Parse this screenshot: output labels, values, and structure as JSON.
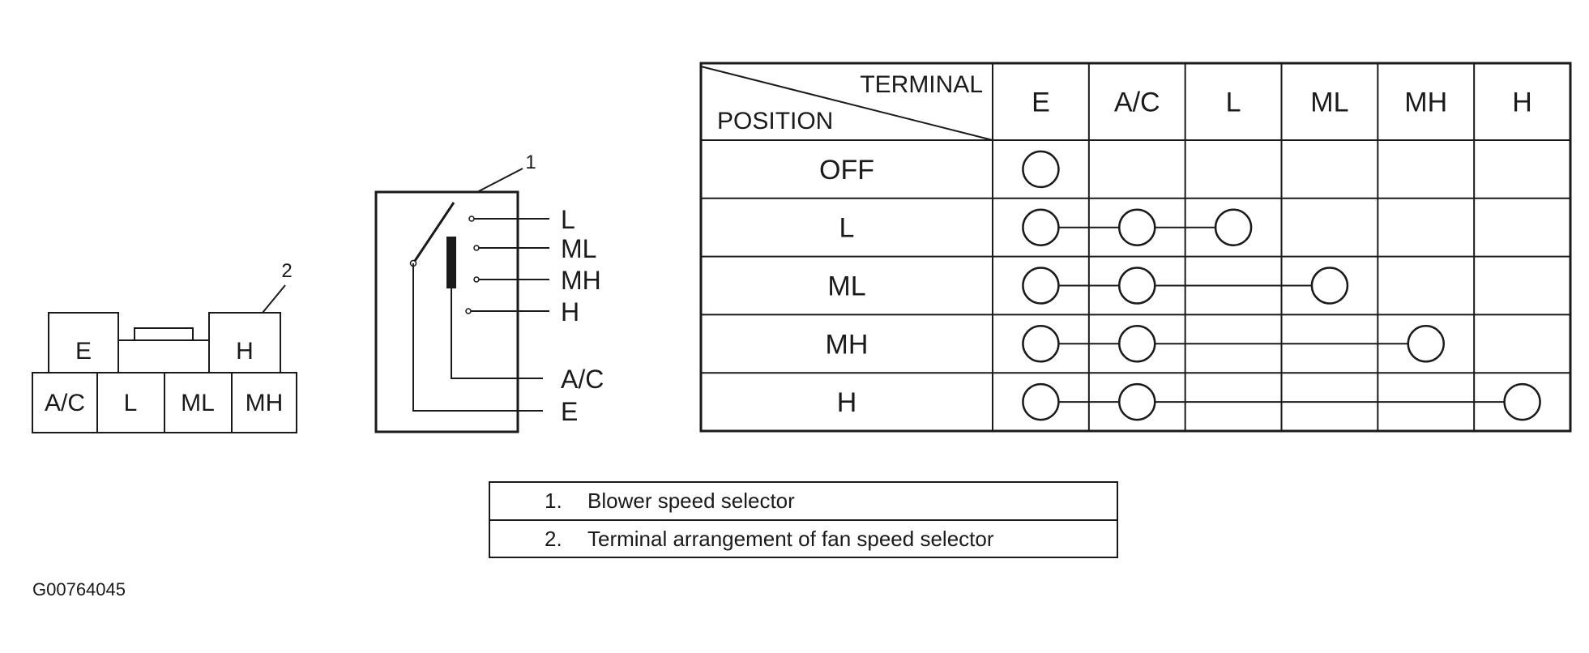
{
  "callouts": {
    "one": "1",
    "two": "2"
  },
  "connector": {
    "top_left": "E",
    "top_right": "H",
    "bottom": [
      "A/C",
      "L",
      "ML",
      "MH"
    ]
  },
  "switch": {
    "terminals": [
      "L",
      "ML",
      "MH",
      "H",
      "A/C",
      "E"
    ]
  },
  "table": {
    "header_terminal": "TERMINAL",
    "header_position": "POSITION",
    "columns": [
      "E",
      "A/C",
      "L",
      "ML",
      "MH",
      "H"
    ],
    "rows": [
      {
        "position": "OFF",
        "connected": [
          "E"
        ]
      },
      {
        "position": "L",
        "connected": [
          "E",
          "A/C",
          "L"
        ]
      },
      {
        "position": "ML",
        "connected": [
          "E",
          "A/C",
          "ML"
        ]
      },
      {
        "position": "MH",
        "connected": [
          "E",
          "A/C",
          "MH"
        ]
      },
      {
        "position": "H",
        "connected": [
          "E",
          "A/C",
          "H"
        ]
      }
    ]
  },
  "legend": [
    {
      "num": "1.",
      "text": "Blower speed selector"
    },
    {
      "num": "2.",
      "text": "Terminal arrangement of fan speed selector"
    }
  ],
  "figure_id": "G00764045"
}
